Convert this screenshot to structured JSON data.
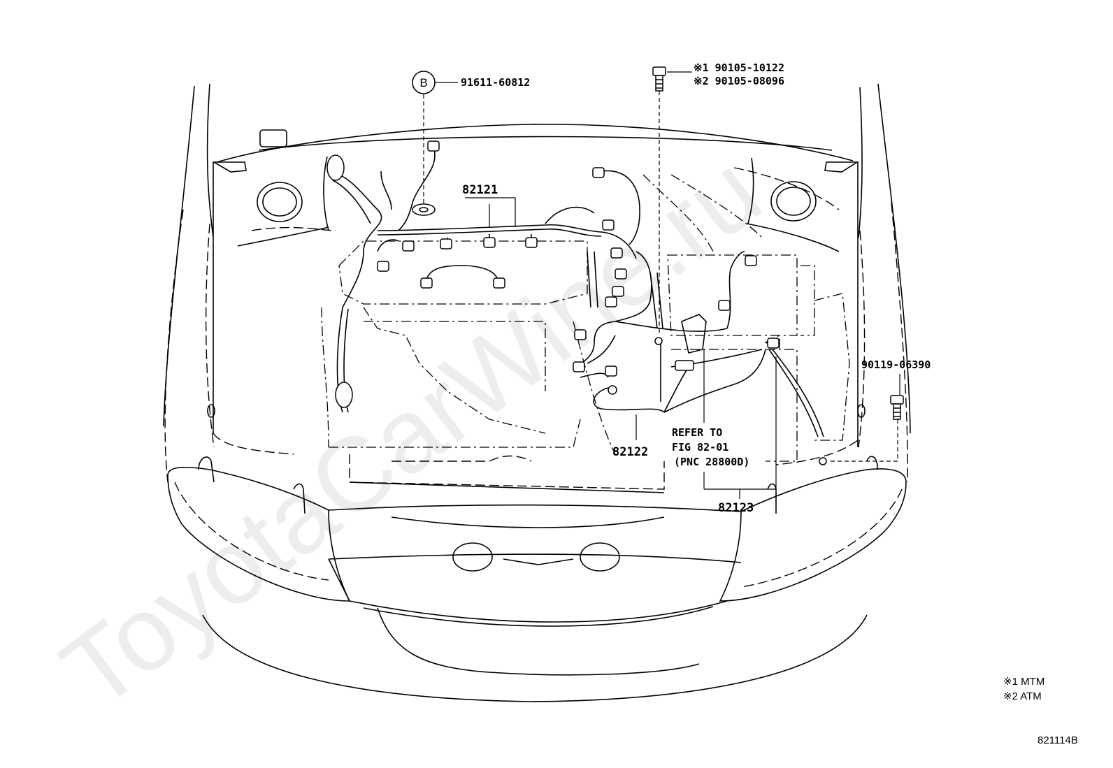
{
  "watermark": "ToyotaCarWine.ru",
  "callouts": {
    "bolt_b_symbol": "B",
    "bolt_b_part": "91611-60812",
    "bolt_top_right_1": "※1 90105-10122",
    "bolt_top_right_2": "※2 90105-08096",
    "bolt_right": "90119-06390",
    "harness_main": "82121",
    "harness_left": "82122",
    "harness_battery": "82123",
    "refer_line1": "REFER TO",
    "refer_line2": "FIG 82-01",
    "refer_line3": "(PNC 28800D)"
  },
  "legend": {
    "note1": "※1 MTM",
    "note2": "※2 ATM"
  },
  "figure_id": "821114B"
}
